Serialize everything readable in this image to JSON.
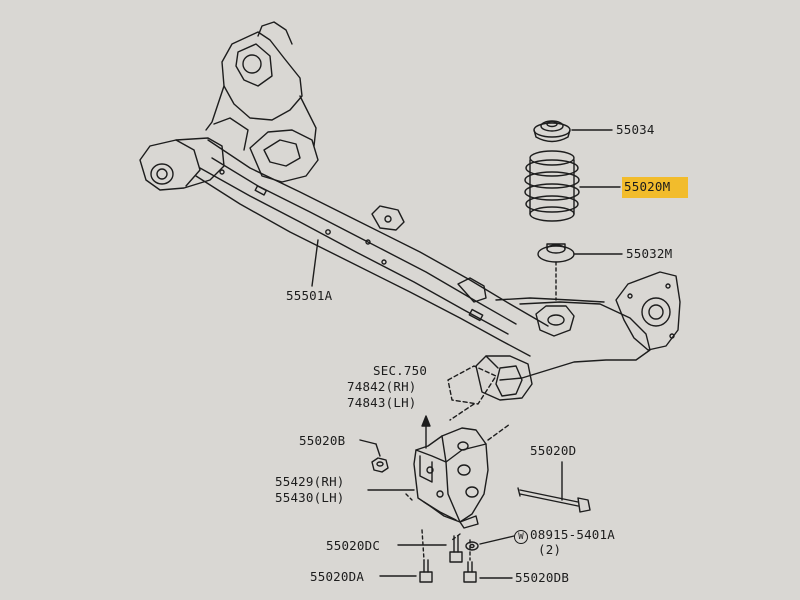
{
  "parts": {
    "p55034": "55034",
    "p55020M": "55020M",
    "p55032M": "55032M",
    "p55501A": "55501A",
    "sec_ref": "SEC.750",
    "p74842": "74842(RH)",
    "p74843": "74843(LH)",
    "p55020B": "55020B",
    "p55020D": "55020D",
    "p55429": "55429(RH)",
    "p55430": "55430(LH)",
    "washer_mark": "W",
    "p08915": "08915-5401A",
    "qty": "(2)",
    "p55020DC": "55020DC",
    "p55020DA": "55020DA",
    "p55020DB": "55020DB"
  },
  "colors": {
    "highlight": "#f2bc2c",
    "paper": "#d9d7d3",
    "ink": "#1d1d1d"
  }
}
